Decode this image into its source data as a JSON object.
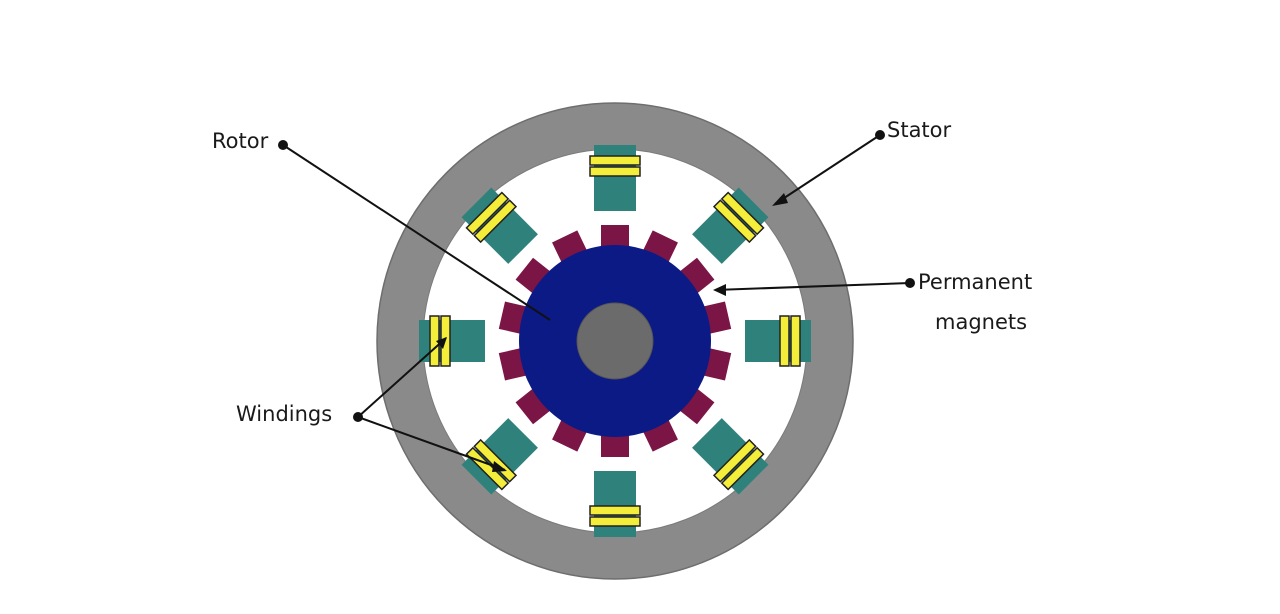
{
  "labels": {
    "rotor": "Rotor",
    "stator": "Stator",
    "permanent_magnets_line1": "Permanent",
    "permanent_magnets_line2": "magnets",
    "windings": "Windings"
  },
  "components": {
    "stator_pole_count": 8,
    "permanent_magnet_count": 14
  },
  "colors": {
    "stator": "#8a8a8a",
    "stator_outline": "#6e6e6e",
    "rotor": "#0c1a86",
    "shaft": "#6b6b6b",
    "magnet": "#7a1546",
    "pole": "#2f827b",
    "winding": "#f4ee3a",
    "winding_outline": "#222222",
    "leader": "#111111"
  }
}
